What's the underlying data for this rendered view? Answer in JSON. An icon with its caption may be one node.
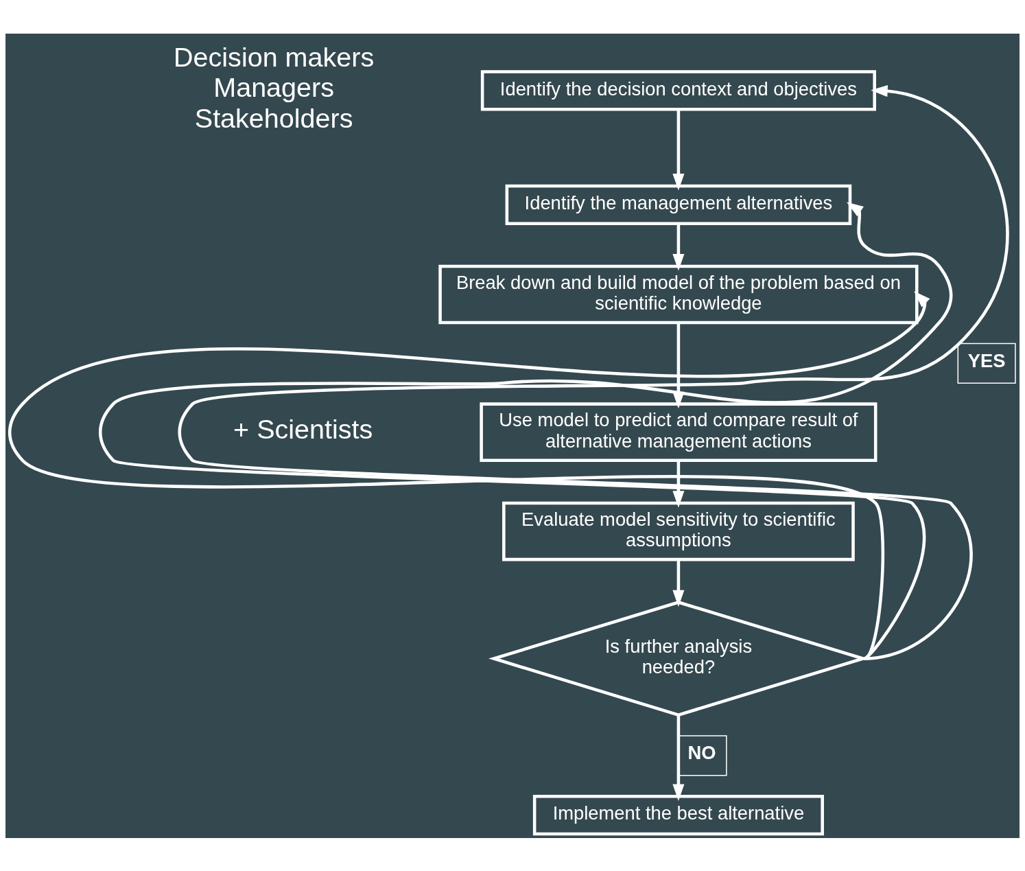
{
  "diagram": {
    "nodes": [
      {
        "text": [
          "Identify the decision context and objectives"
        ]
      },
      {
        "text": [
          "Identify the management alternatives"
        ]
      },
      {
        "text": [
          "Break down and build model of the problem based on scientific knowledge"
        ]
      },
      {
        "text": [
          "Use model to predict and compare result of alternative management actions"
        ]
      },
      {
        "text": [
          "Evaluate model sensitivity to scientific assumptions"
        ]
      },
      {
        "text": [
          "Is further analysis needed?"
        ]
      },
      {
        "text": [
          "Implement the best alternative"
        ]
      }
    ],
    "edges": [
      {
        "from": 0,
        "to": 1,
        "arrow": "to"
      },
      {
        "from": 1,
        "to": 2,
        "arrow": "to"
      },
      {
        "from": 2,
        "to": 3,
        "arrow": "to"
      },
      {
        "from": 3,
        "to": 4,
        "arrow": "to"
      },
      {
        "from": 4,
        "to": 5,
        "arrow": "to"
      },
      {
        "from": 5,
        "to": 6,
        "arrow": "to",
        "label": "NO"
      },
      {
        "from": 5,
        "to": 0,
        "arrow": "to",
        "label": "YES"
      },
      {
        "from": 5,
        "to": 1,
        "arrow": "to"
      },
      {
        "from": 5,
        "to": 2,
        "arrow": "to"
      }
    ],
    "labels": [
      "Decision makers Managers Stakeholders",
      "+ Scientists"
    ]
  }
}
